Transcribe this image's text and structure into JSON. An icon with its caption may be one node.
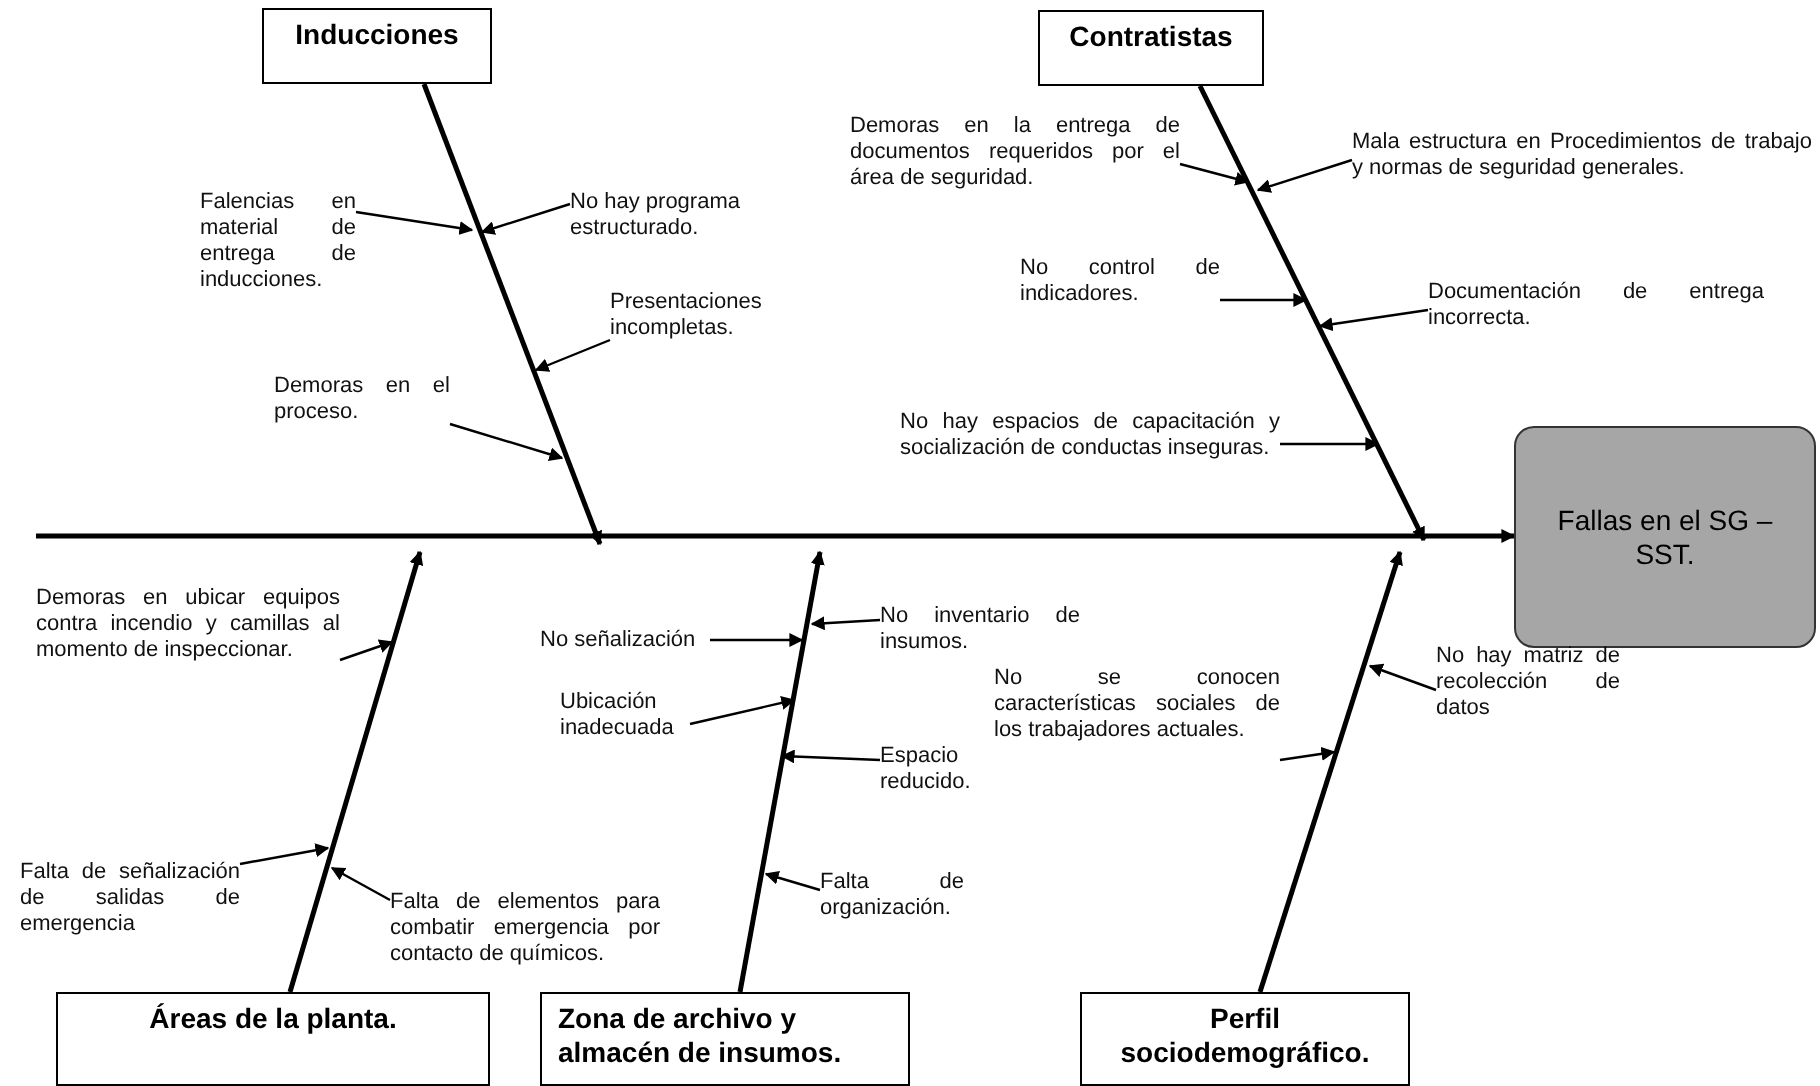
{
  "diagram": {
    "nodes": [
      {
        "text": [
          "Inducciones"
        ]
      },
      {
        "text": [
          "Falencias en material de entrega de inducciones."
        ]
      },
      {
        "text": [
          "No hay programa estructurado."
        ]
      },
      {
        "text": [
          "Presentaciones incompletas."
        ]
      },
      {
        "text": [
          "Demoras en el proceso."
        ]
      },
      {
        "text": [
          "Contratistas"
        ]
      },
      {
        "text": [
          "Demoras en la entrega de documentos requeridos por el área de seguridad."
        ]
      },
      {
        "text": [
          "Mala estructura en Procedimientos de trabajo y normas de seguridad generales."
        ]
      },
      {
        "text": [
          "No control de indicadores."
        ]
      },
      {
        "text": [
          "Documentación de entrega incorrecta."
        ]
      },
      {
        "text": [
          "No hay espacios de capacitación y socialización de conductas inseguras."
        ]
      },
      {
        "text": [
          "Fallas en el SG – SST."
        ]
      },
      {
        "text": [
          "Demoras en ubicar equipos contra incendio y camillas al momento de inspeccionar."
        ]
      },
      {
        "text": [
          "No señalización"
        ]
      },
      {
        "text": [
          "No inventario de insumos."
        ]
      },
      {
        "text": [
          "No hay matriz de recolección de datos"
        ]
      },
      {
        "text": [
          "Ubicación inadecuada"
        ]
      },
      {
        "text": [
          "Espacio reducido."
        ]
      },
      {
        "text": [
          "No se conocen características sociales de los trabajadores actuales."
        ]
      },
      {
        "text": [
          "Falta de señalización de salidas de emergencia"
        ]
      },
      {
        "text": [
          "Falta de elementos para combatir emergencia por contacto de químicos."
        ]
      },
      {
        "text": [
          "Falta de organización."
        ]
      },
      {
        "text": [
          "Áreas de la planta."
        ]
      },
      {
        "text": [
          "Zona de archivo y almacén de insumos."
        ]
      },
      {
        "text": [
          "Perfil sociodemográfico."
        ]
      }
    ],
    "edges": [
      {
        "from": 0,
        "to": null,
        "arrow": "to"
      },
      {
        "from": 5,
        "to": null,
        "arrow": "to"
      },
      {
        "from": 22,
        "to": null,
        "arrow": "to"
      },
      {
        "from": 23,
        "to": null,
        "arrow": "to"
      },
      {
        "from": 24,
        "to": null,
        "arrow": "to"
      },
      {
        "from": null,
        "to": 11,
        "arrow": "to"
      },
      {
        "from": 1,
        "to": null,
        "arrow": "to"
      },
      {
        "from": 2,
        "to": null,
        "arrow": "to"
      },
      {
        "from": 3,
        "to": null,
        "arrow": "to"
      },
      {
        "from": 4,
        "to": null,
        "arrow": "to"
      },
      {
        "from": 6,
        "to": null,
        "arrow": "to"
      },
      {
        "from": 7,
        "to": null,
        "arrow": "to"
      },
      {
        "from": 8,
        "to": null,
        "arrow": "to"
      },
      {
        "from": 9,
        "to": null,
        "arrow": "to"
      },
      {
        "from": 10,
        "to": null,
        "arrow": "to"
      },
      {
        "from": 12,
        "to": null,
        "arrow": "to"
      },
      {
        "from": 19,
        "to": null,
        "arrow": "to"
      },
      {
        "from": 20,
        "to": null,
        "arrow": "to"
      },
      {
        "from": 13,
        "to": null,
        "arrow": "to"
      },
      {
        "from": 14,
        "to": null,
        "arrow": "to"
      },
      {
        "from": 16,
        "to": null,
        "arrow": "to"
      },
      {
        "from": 17,
        "to": null,
        "arrow": "to"
      },
      {
        "from": 21,
        "to": null,
        "arrow": "to"
      },
      {
        "from": 18,
        "to": null,
        "arrow": "to"
      },
      {
        "from": 15,
        "to": null,
        "arrow": "to"
      }
    ]
  }
}
